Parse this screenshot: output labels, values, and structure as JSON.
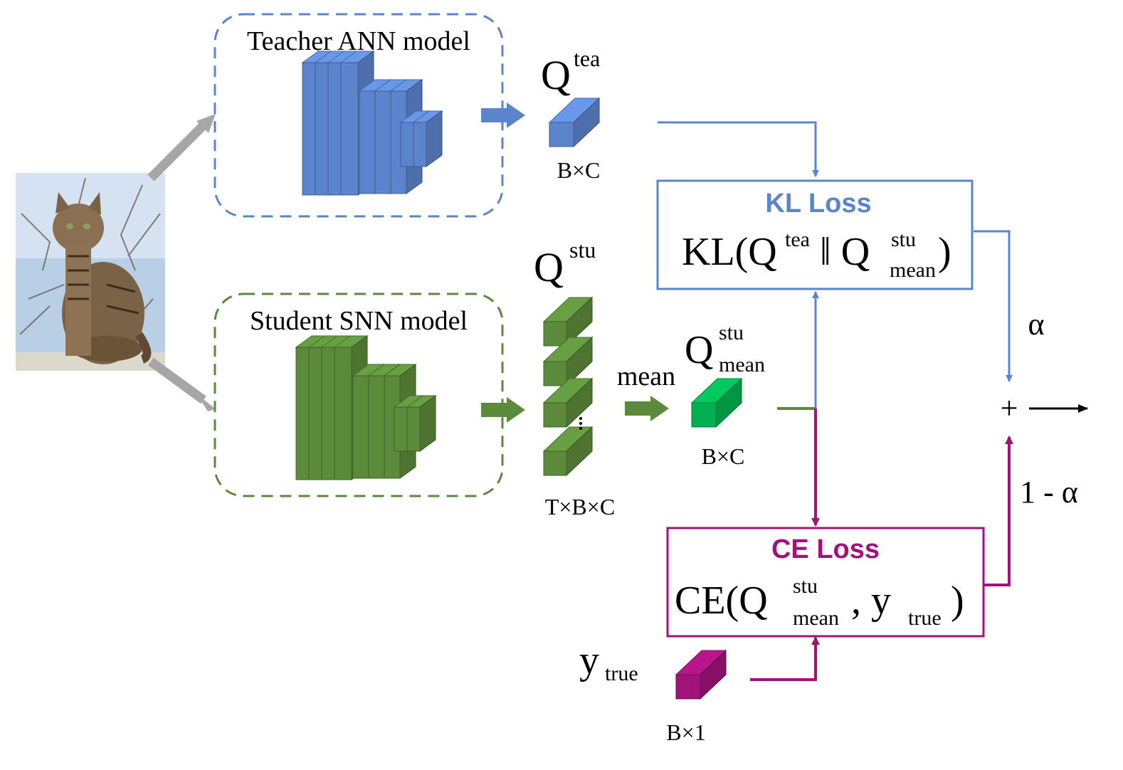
{
  "teacher": {
    "title": "Teacher ANN model",
    "color": "#5b84cc"
  },
  "student": {
    "title": "Student SNN model",
    "color": "#5a8a3a"
  },
  "q_tea": {
    "base": "Q",
    "sup": "tea",
    "shape": "B×C"
  },
  "q_stu": {
    "base": "Q",
    "sup": "stu",
    "shape": "T×B×C"
  },
  "mean_op": {
    "label": "mean"
  },
  "q_mean": {
    "base": "Q",
    "sup": "stu",
    "sub": "mean",
    "shape": "B×C",
    "color": "#00b050"
  },
  "kl_loss": {
    "title": "KL Loss",
    "formula": {
      "prefix": "KL(Q",
      "sup1": "tea",
      "sep": " ‖ Q",
      "sup2": "stu",
      "sub2": "mean",
      "suffix": " )"
    },
    "color": "#5b84cc"
  },
  "ce_loss": {
    "title": "CE Loss",
    "formula": {
      "prefix": "CE(Q",
      "sup1": "stu",
      "sub1": "mean",
      "mid": " , y",
      "sub2": "true",
      "suffix": " )"
    },
    "color": "#a01379"
  },
  "y_true": {
    "base": "y",
    "sub": "true",
    "shape": "B×1",
    "color": "#a01379"
  },
  "weights": {
    "alpha": "α",
    "one_minus_alpha": "1 - α"
  },
  "sum_symbol": "+",
  "input_image": {
    "name": "cat-photo"
  }
}
